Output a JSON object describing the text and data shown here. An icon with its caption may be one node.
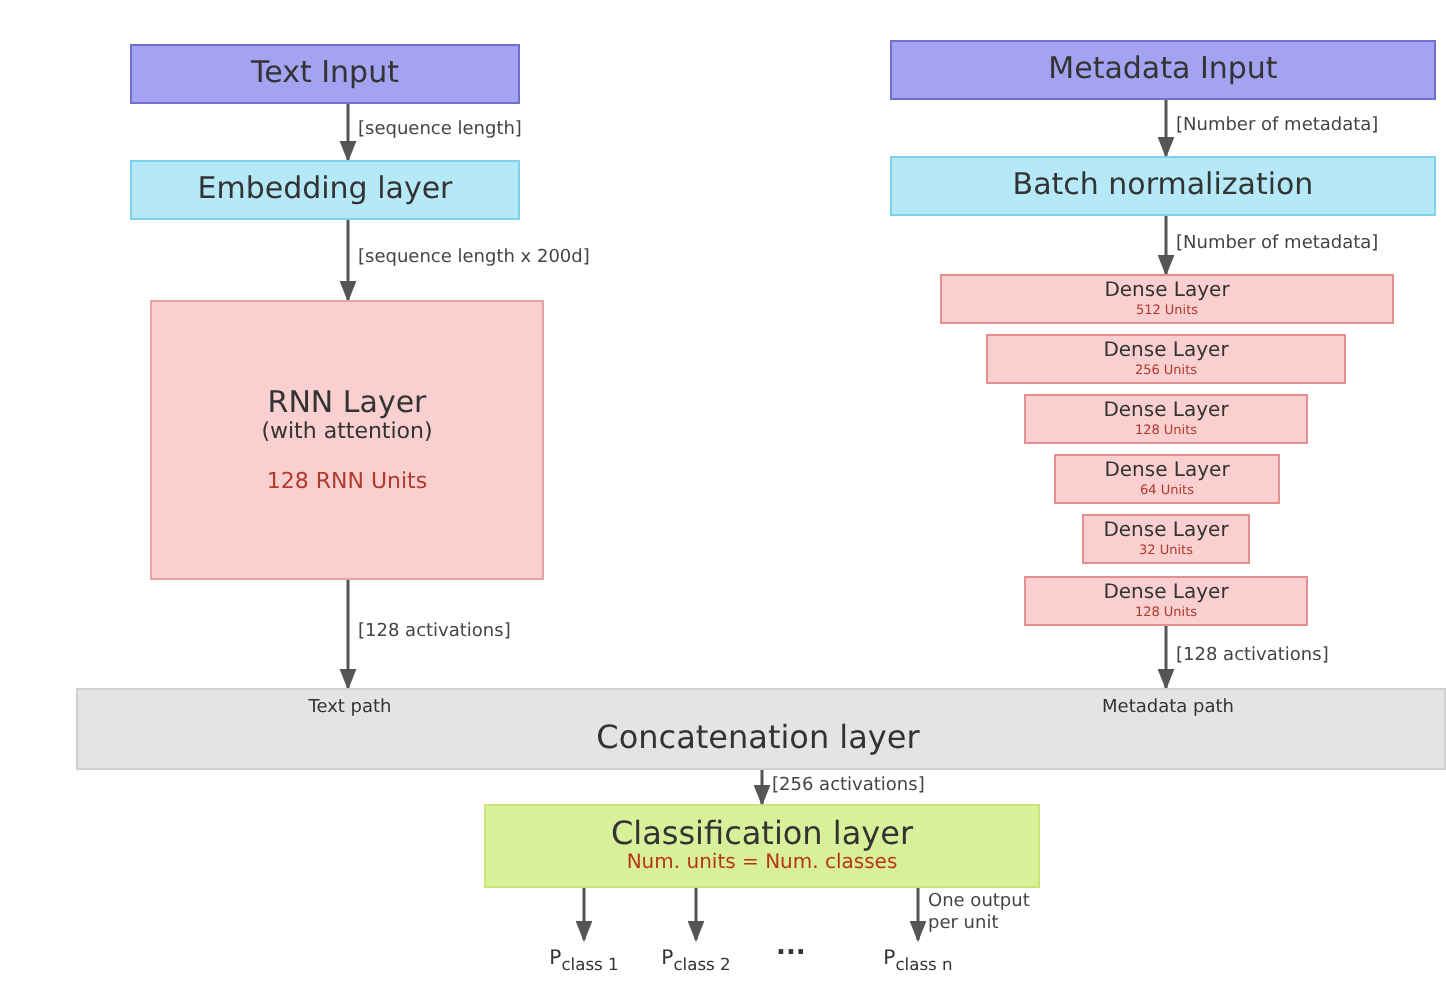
{
  "diagram": {
    "nodes": [
      {
        "text": [
          "Text Input"
        ]
      },
      {
        "text": [
          "Metadata Input"
        ]
      },
      {
        "text": [
          "Embedding layer"
        ]
      },
      {
        "text": [
          "Batch normalization"
        ]
      },
      {
        "text": [
          "RNN Layer",
          "(with attention)",
          "128 RNN Units"
        ]
      },
      {
        "text": [
          "Dense Layer",
          "512 Units"
        ]
      },
      {
        "text": [
          "Dense Layer",
          "256 Units"
        ]
      },
      {
        "text": [
          "Dense Layer",
          "128 Units"
        ]
      },
      {
        "text": [
          "Dense Layer",
          "64 Units"
        ]
      },
      {
        "text": [
          "Dense Layer",
          "32 Units"
        ]
      },
      {
        "text": [
          "Dense Layer",
          "128 Units"
        ]
      },
      {
        "text": [
          "Text path",
          "Concatenation layer",
          "Metadata path"
        ]
      },
      {
        "text": [
          "Classification layer",
          "Num. units = Num. classes"
        ]
      },
      {
        "text": [
          "P$_{class 1}$"
        ]
      },
      {
        "text": [
          "P$_{class 2}$"
        ]
      },
      {
        "text": [
          "P$_{class n}$"
        ]
      }
    ],
    "edges": [
      {
        "from": 0,
        "to": 2,
        "arrow": "to",
        "label": "[sequence length]"
      },
      {
        "from": 1,
        "to": 3,
        "arrow": "to",
        "label": "[Number of metadata]"
      },
      {
        "from": 2,
        "to": 4,
        "arrow": "to",
        "label": "[sequence length x 200d]"
      },
      {
        "from": 3,
        "to": 5,
        "arrow": "to",
        "label": "[Number of metadata]"
      },
      {
        "from": 4,
        "to": 11,
        "arrow": "to",
        "label": "[128 activations]"
      },
      {
        "from": 10,
        "to": 11,
        "arrow": "to",
        "label": "[128 activations]"
      },
      {
        "from": 11,
        "to": 12,
        "arrow": "to",
        "label": "[256 activations]"
      },
      {
        "from": 12,
        "to": 13,
        "arrow": "to"
      },
      {
        "from": 12,
        "to": 14,
        "arrow": "to"
      },
      {
        "from": 12,
        "to": 15,
        "arrow": "to",
        "label": "One output per unit"
      }
    ],
    "labels": [
      "..."
    ]
  }
}
